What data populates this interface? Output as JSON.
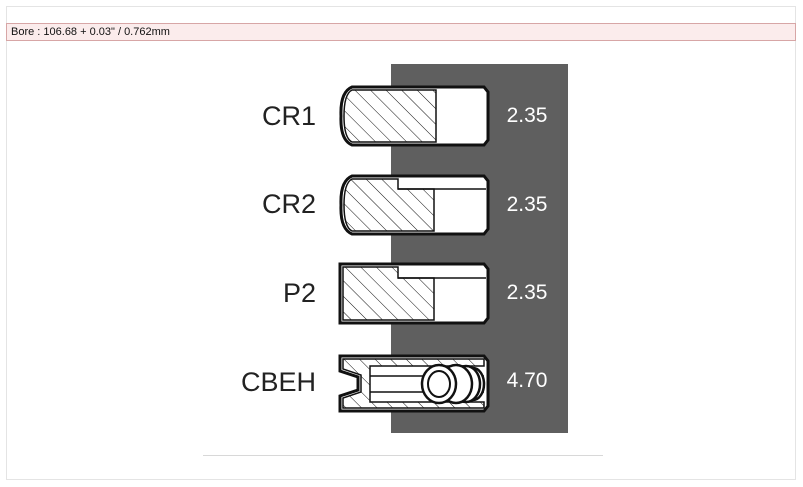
{
  "bore_text": "Bore : 106.68 + 0.03\" / 0.762mm",
  "colors": {
    "panel": "#5f5f5f",
    "ink": "#111111",
    "bore_bg": "#fbecec",
    "bore_border": "#d7a6a6"
  },
  "rings": [
    {
      "label": "CR1",
      "value": "2.35",
      "profile": "compression-barrel-face"
    },
    {
      "label": "CR2",
      "value": "2.35",
      "profile": "compression-taper-step"
    },
    {
      "label": "P2",
      "value": "2.35",
      "profile": "compression-rectangular"
    },
    {
      "label": "CBEH",
      "value": "4.70",
      "profile": "oil-control-with-expander"
    }
  ]
}
